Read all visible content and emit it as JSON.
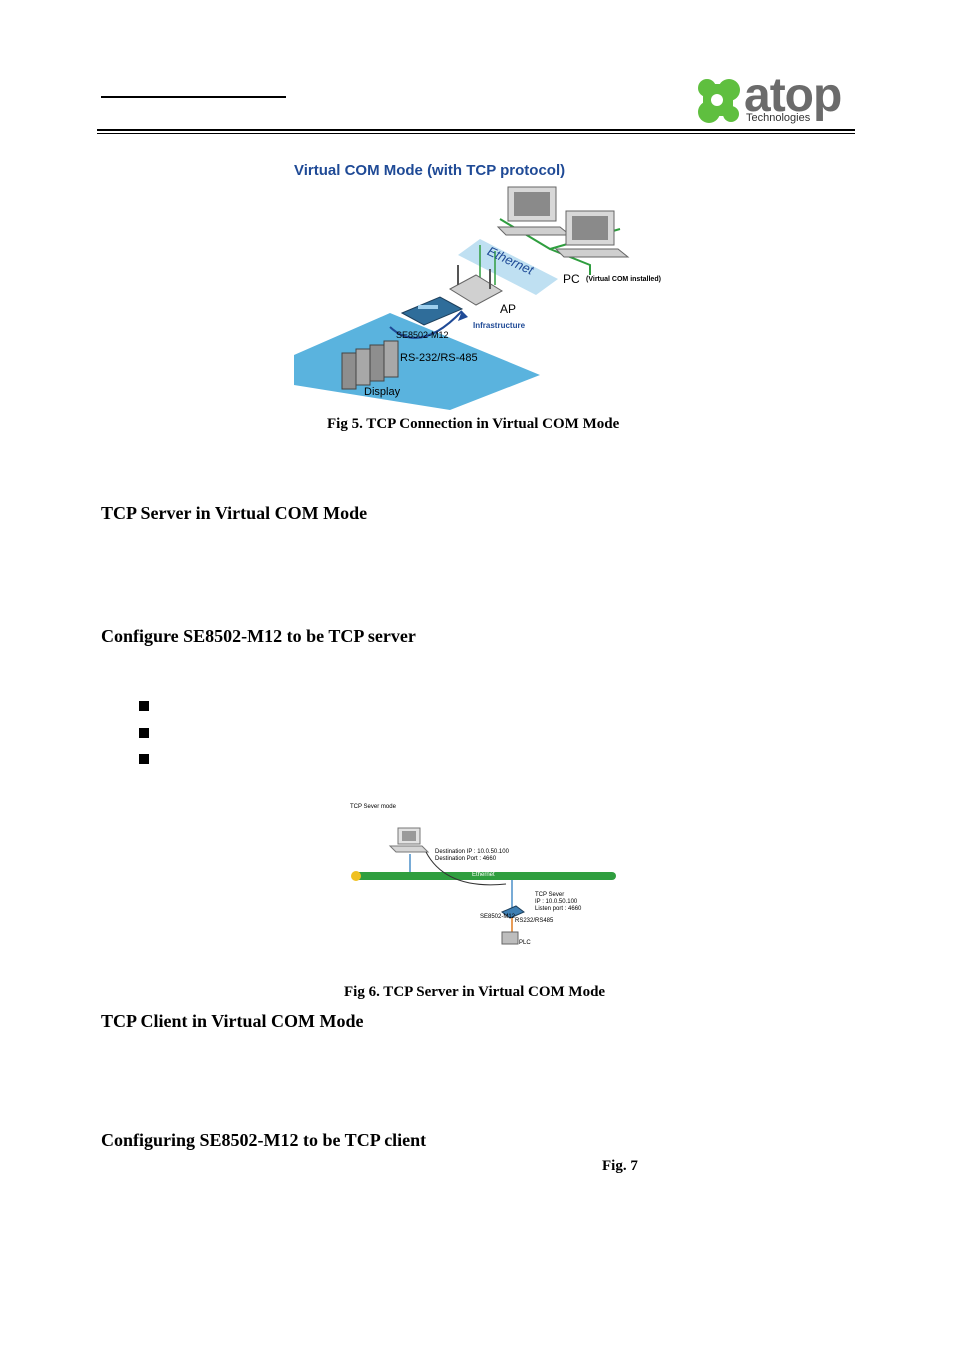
{
  "header": {
    "logo_word": "atop",
    "logo_sub": "Technologies"
  },
  "figure5": {
    "title": "Virtual COM Mode (with TCP protocol)",
    "labels": {
      "ethernet": "Ethernet",
      "pc": "PC",
      "pc_note": "(Virtual COM installed)",
      "ap": "AP",
      "infrastructure": "Infrastructure",
      "device": "SE8502-M12",
      "serial": "RS-232/RS-485",
      "display": "Display"
    },
    "caption": "Fig 5. TCP Connection in Virtual COM Mode"
  },
  "section1": {
    "heading": "TCP Server in Virtual COM Mode"
  },
  "section2": {
    "heading": "Configure SE8502-M12 to be TCP server"
  },
  "figure6": {
    "mode_label": "TCP Sever mode",
    "dest_ip": "Destination IP : 10.0.50.100",
    "dest_port": "Destination Port : 4660",
    "ethernet": "Ethernet",
    "server_title": "TCP Sever",
    "server_ip": "IP : 10.0.50.100",
    "listen_port": "Listen port : 4660",
    "device": "SE8502-M12",
    "serial": "RS232/RS485",
    "plc": "PLC",
    "caption": "Fig 6. TCP Server in Virtual COM Mode"
  },
  "section3": {
    "heading": "TCP Client in Virtual COM Mode"
  },
  "section4": {
    "heading": "Configuring SE8502-M12 to be TCP client"
  },
  "fig7_ref": "Fig.  7",
  "colors": {
    "brand_green": "#5fbf3f",
    "logo_gray": "#6b6b6b",
    "title_blue": "#1f4a96",
    "area_blue": "#5ab3de",
    "ethernet_green": "#2f9e3f"
  }
}
